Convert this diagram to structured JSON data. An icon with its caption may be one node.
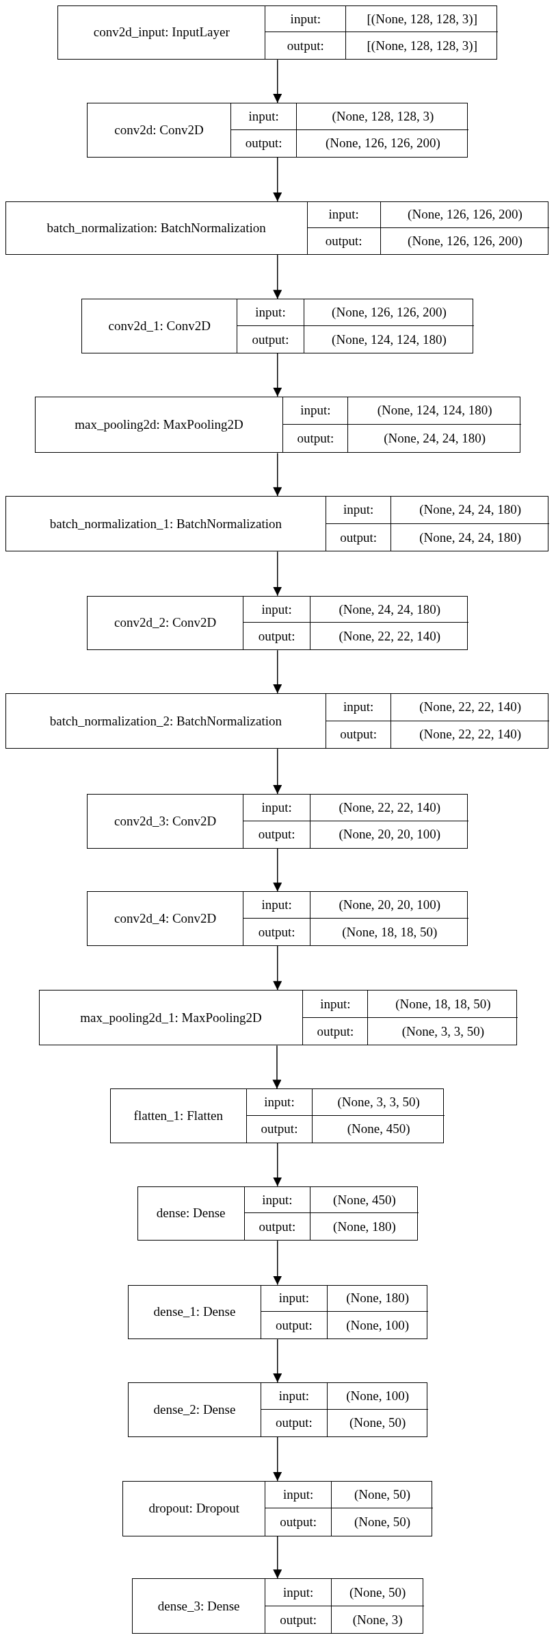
{
  "diagram": {
    "nodes": [
      {
        "text": [
          "conv2d_input: InputLayer",
          "input:",
          "[(None, 128, 128, 3)]",
          "output:",
          "[(None, 128, 128, 3)]"
        ]
      },
      {
        "text": [
          "conv2d: Conv2D",
          "input:",
          "(None, 128, 128, 3)",
          "output:",
          "(None, 126, 126, 200)"
        ]
      },
      {
        "text": [
          "batch_normalization: BatchNormalization",
          "input:",
          "(None, 126, 126, 200)",
          "output:",
          "(None, 126, 126, 200)"
        ]
      },
      {
        "text": [
          "conv2d_1: Conv2D",
          "input:",
          "(None, 126, 126, 200)",
          "output:",
          "(None, 124, 124, 180)"
        ]
      },
      {
        "text": [
          "max_pooling2d: MaxPooling2D",
          "input:",
          "(None, 124, 124, 180)",
          "output:",
          "(None, 24, 24, 180)"
        ]
      },
      {
        "text": [
          "batch_normalization_1: BatchNormalization",
          "input:",
          "(None, 24, 24, 180)",
          "output:",
          "(None, 24, 24, 180)"
        ]
      },
      {
        "text": [
          "conv2d_2: Conv2D",
          "input:",
          "(None, 24, 24, 180)",
          "output:",
          "(None, 22, 22, 140)"
        ]
      },
      {
        "text": [
          "batch_normalization_2: BatchNormalization",
          "input:",
          "(None, 22, 22, 140)",
          "output:",
          "(None, 22, 22, 140)"
        ]
      },
      {
        "text": [
          "conv2d_3: Conv2D",
          "input:",
          "(None, 22, 22, 140)",
          "output:",
          "(None, 20, 20, 100)"
        ]
      },
      {
        "text": [
          "conv2d_4: Conv2D",
          "input:",
          "(None, 20, 20, 100)",
          "output:",
          "(None, 18, 18, 50)"
        ]
      },
      {
        "text": [
          "max_pooling2d_1: MaxPooling2D",
          "input:",
          "(None, 18, 18, 50)",
          "output:",
          "(None, 3, 3, 50)"
        ]
      },
      {
        "text": [
          "flatten_1: Flatten",
          "input:",
          "(None, 3, 3, 50)",
          "output:",
          "(None, 450)"
        ]
      },
      {
        "text": [
          "dense: Dense",
          "input:",
          "(None, 450)",
          "output:",
          "(None, 180)"
        ]
      },
      {
        "text": [
          "dense_1: Dense",
          "input:",
          "(None, 180)",
          "output:",
          "(None, 100)"
        ]
      },
      {
        "text": [
          "dense_2: Dense",
          "input:",
          "(None, 100)",
          "output:",
          "(None, 50)"
        ]
      },
      {
        "text": [
          "dropout: Dropout",
          "input:",
          "(None, 50)",
          "output:",
          "(None, 50)"
        ]
      },
      {
        "text": [
          "dense_3: Dense",
          "input:",
          "(None, 50)",
          "output:",
          "(None, 3)"
        ]
      }
    ],
    "edges": [
      {
        "from": 0,
        "to": 1,
        "arrow": "to"
      },
      {
        "from": 1,
        "to": 2,
        "arrow": "to"
      },
      {
        "from": 2,
        "to": 3,
        "arrow": "to"
      },
      {
        "from": 3,
        "to": 4,
        "arrow": "to"
      },
      {
        "from": 4,
        "to": 5,
        "arrow": "to"
      },
      {
        "from": 5,
        "to": 6,
        "arrow": "to"
      },
      {
        "from": 6,
        "to": 7,
        "arrow": "to"
      },
      {
        "from": 7,
        "to": 8,
        "arrow": "to"
      },
      {
        "from": 8,
        "to": 9,
        "arrow": "to"
      },
      {
        "from": 9,
        "to": 10,
        "arrow": "to"
      },
      {
        "from": 10,
        "to": 11,
        "arrow": "to"
      },
      {
        "from": 11,
        "to": 12,
        "arrow": "to"
      },
      {
        "from": 12,
        "to": 13,
        "arrow": "to"
      },
      {
        "from": 13,
        "to": 14,
        "arrow": "to"
      },
      {
        "from": 14,
        "to": 15,
        "arrow": "to"
      },
      {
        "from": 15,
        "to": 16,
        "arrow": "to"
      }
    ]
  }
}
